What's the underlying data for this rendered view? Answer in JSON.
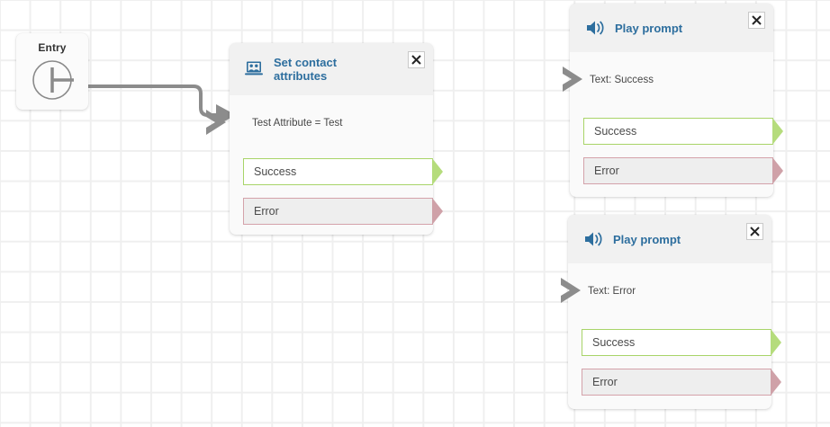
{
  "canvas": {
    "grid_color": "#efefef",
    "background_color": "#ffffff"
  },
  "theme": {
    "header_bg": "#f1f1f1",
    "body_bg": "#fafafa",
    "title_blue": "#2d6e9e",
    "success_border": "#a8d468",
    "success_arrow": "#b5dc7c",
    "error_border": "#d4a2aa",
    "error_arrow": "#cfa1a8",
    "error_bg": "#eeeeee",
    "connector_gray": "#8c8c8c",
    "text_gray": "#4a4a4a"
  },
  "entry_node": {
    "title": "Entry",
    "icon": "entry-point-icon"
  },
  "nodes": [
    {
      "id": "set-contact-attributes",
      "title": "Set contact attributes",
      "icon": "contact-attributes-icon",
      "close_label": "✕",
      "subtext": "Test Attribute = Test",
      "outputs": [
        {
          "label": "Success",
          "type": "success"
        },
        {
          "label": "Error",
          "type": "error"
        }
      ]
    },
    {
      "id": "play-prompt-success",
      "title": "Play prompt",
      "icon": "speaker-icon",
      "close_label": "✕",
      "subtext": "Text: Success",
      "outputs": [
        {
          "label": "Success",
          "type": "success"
        },
        {
          "label": "Error",
          "type": "error"
        }
      ]
    },
    {
      "id": "play-prompt-error",
      "title": "Play prompt",
      "icon": "speaker-icon",
      "close_label": "✕",
      "subtext": "Text: Error",
      "outputs": [
        {
          "label": "Success",
          "type": "success"
        },
        {
          "label": "Error",
          "type": "error"
        }
      ]
    }
  ]
}
